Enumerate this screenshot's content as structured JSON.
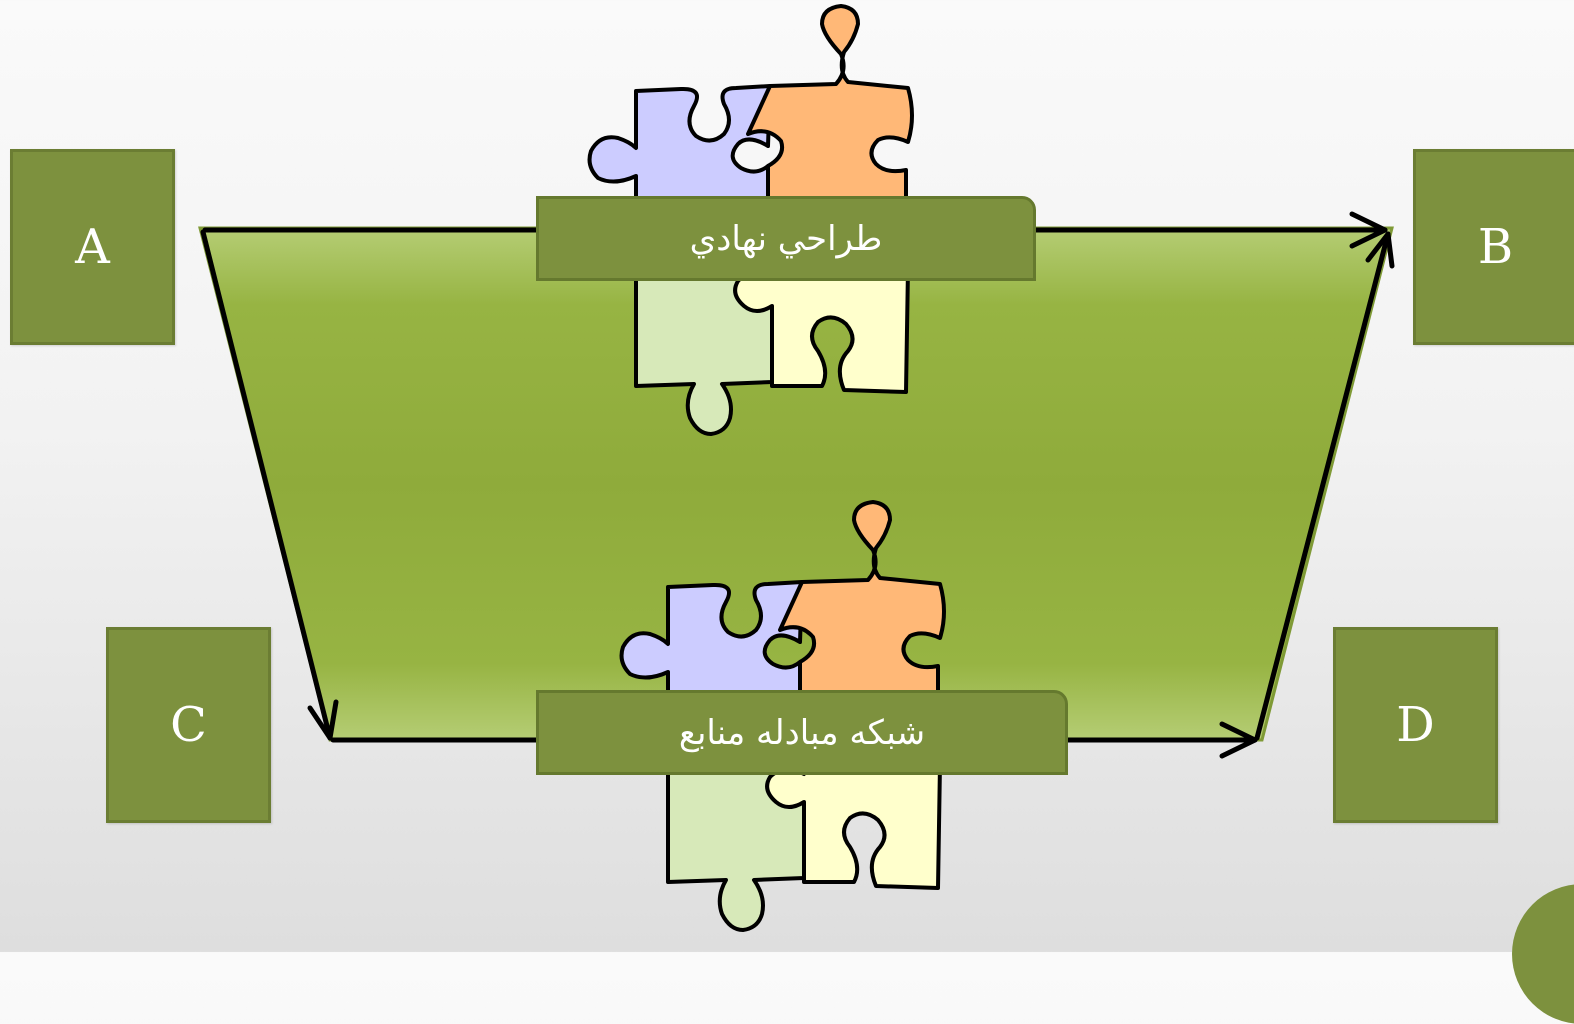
{
  "nodes": {
    "a": "A",
    "b": "B",
    "c": "C",
    "d": "D"
  },
  "banners": {
    "top": "طراحي نهادي",
    "bottom": "شبكه مبادله منابع"
  },
  "colors": {
    "box_fill": "#7d913e",
    "box_border": "#6b7d33",
    "funnel_light": "#b3cc72",
    "funnel_dark": "#8ea83c",
    "piece_purple": "#ccccff",
    "piece_orange": "#ffb877",
    "piece_green": "#d7e9b9",
    "piece_yellow": "#ffffcc"
  }
}
